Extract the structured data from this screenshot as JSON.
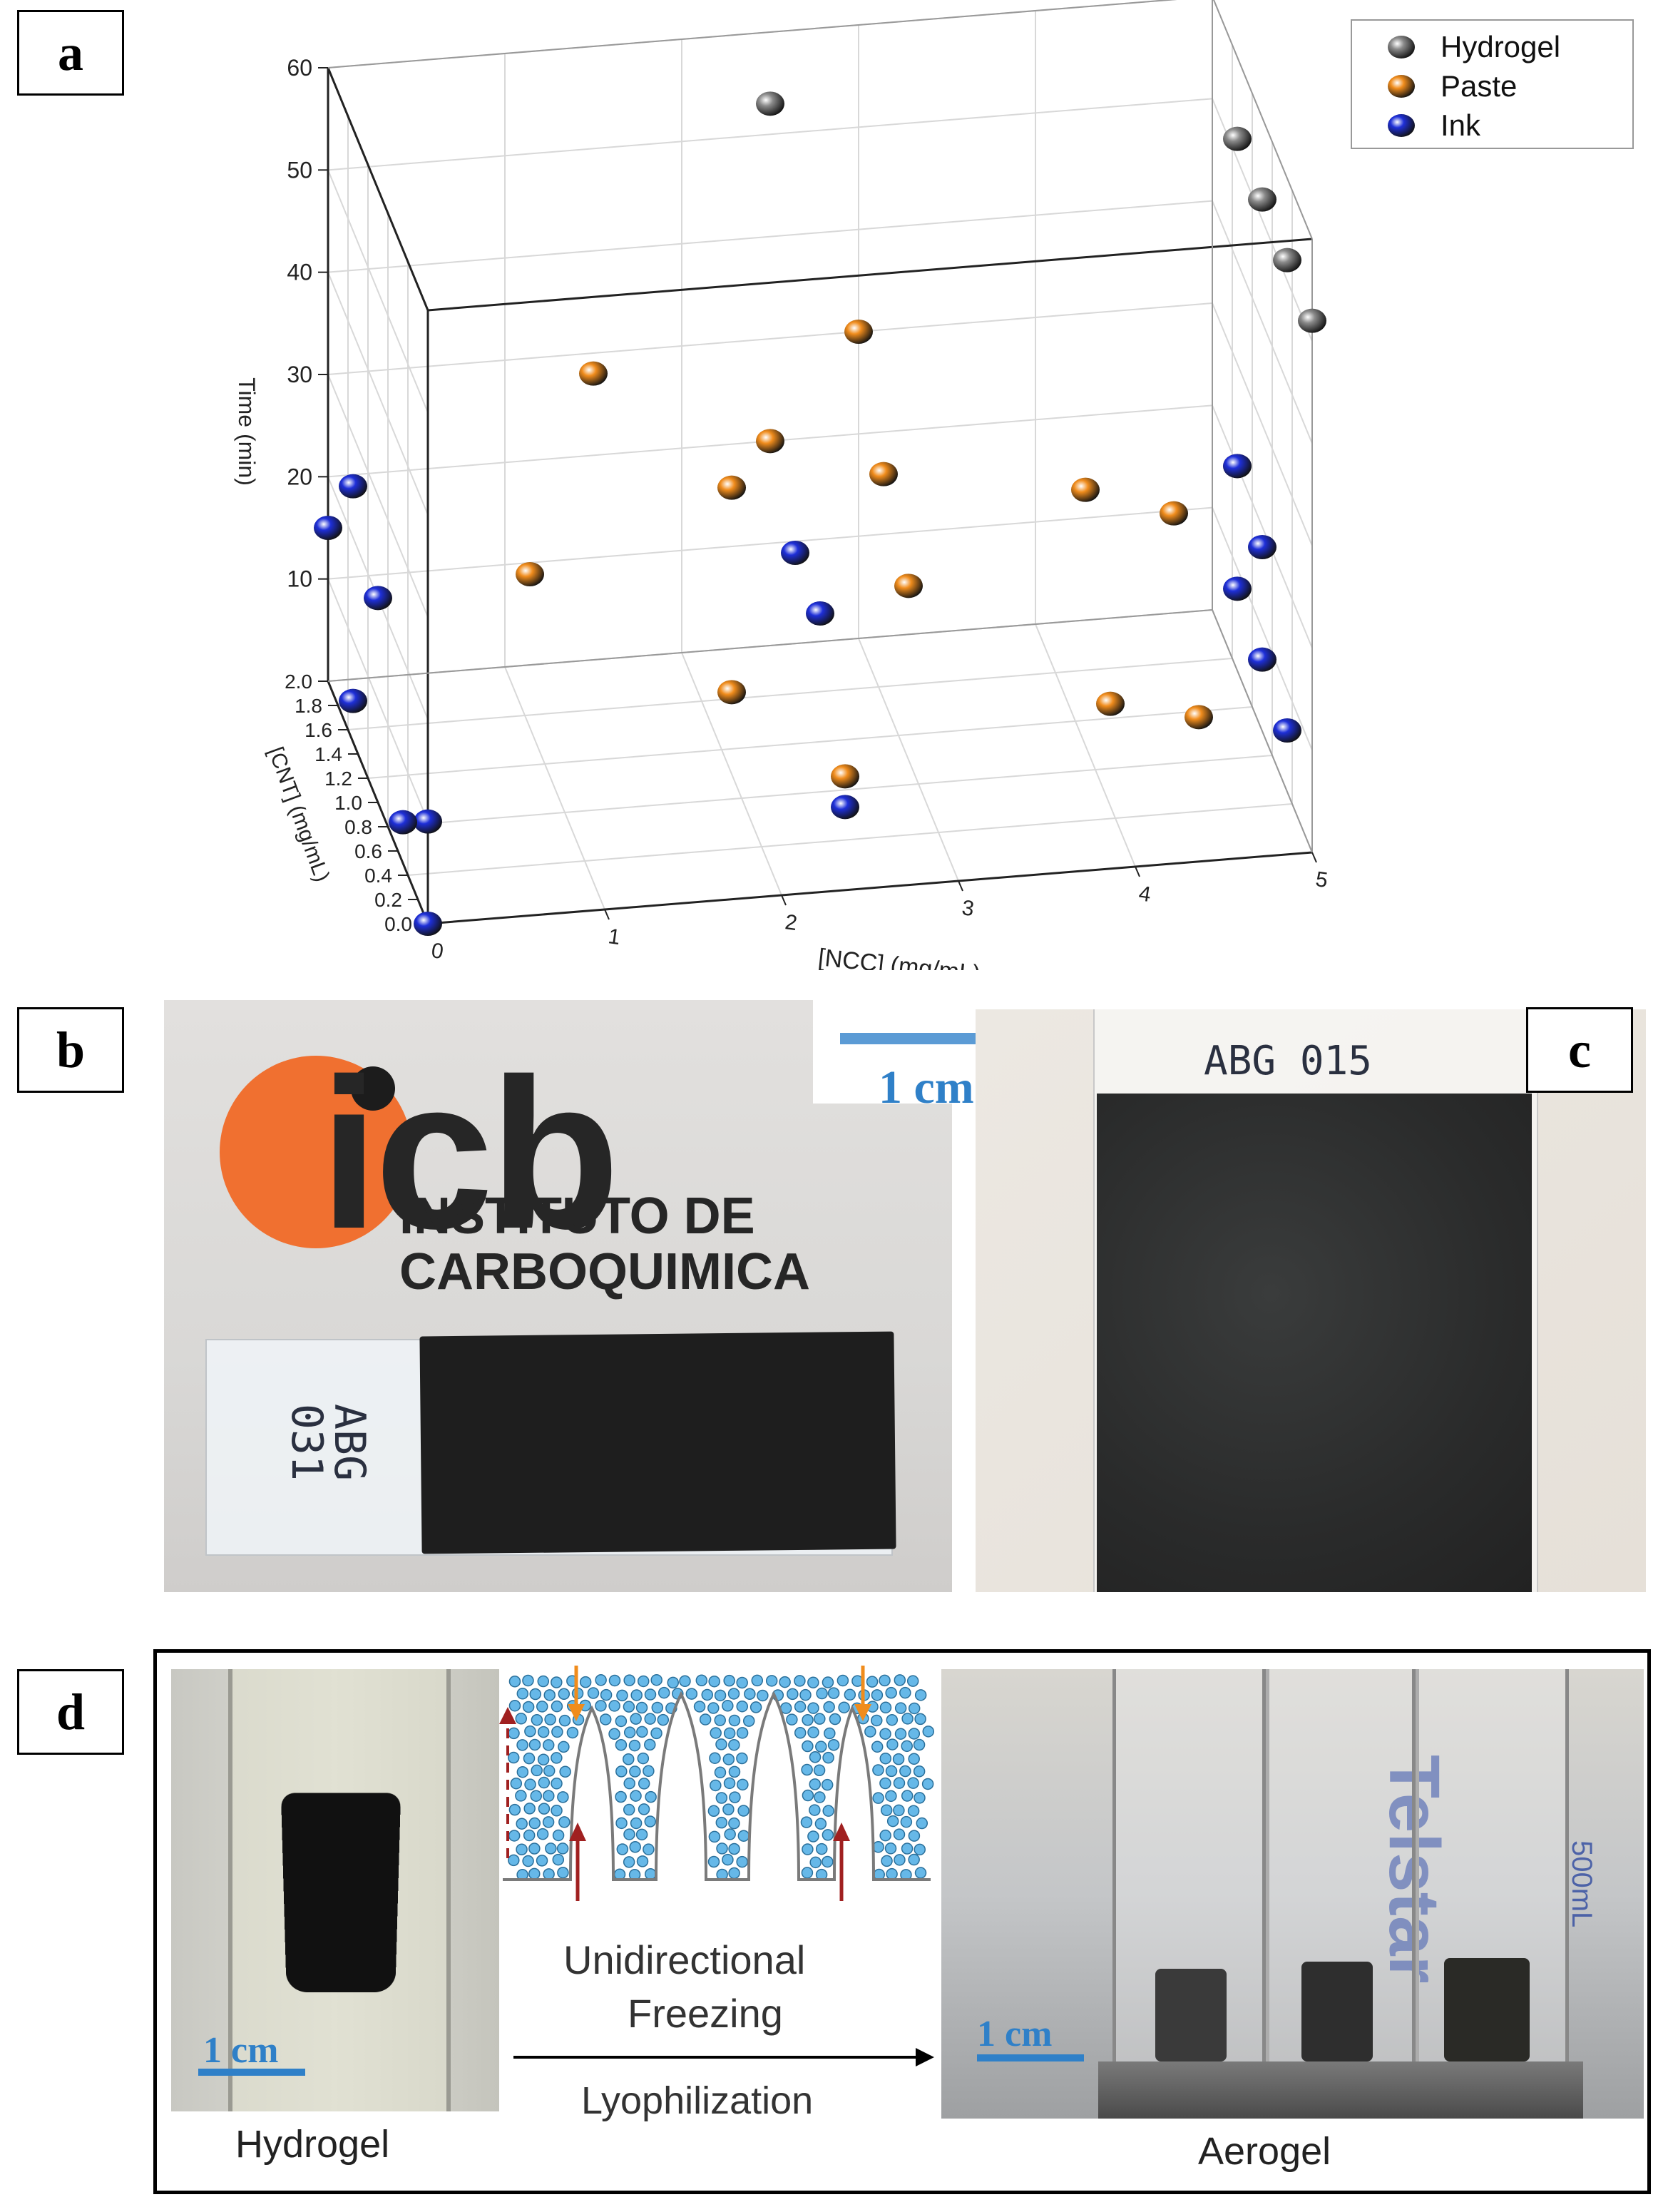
{
  "panels": {
    "a": "a",
    "b": "b",
    "c": "c",
    "d": "d"
  },
  "chart_data": {
    "type": "scatter",
    "dimensions": 3,
    "xlabel": "[NCC] (mg/mL)",
    "ylabel": "[CNT] (mg/mL)",
    "zlabel": "Time (min)",
    "xlim": [
      0,
      5
    ],
    "ylim": [
      0.0,
      2.0
    ],
    "zlim": [
      0,
      60
    ],
    "x_ticks": [
      "0",
      "1",
      "2",
      "3",
      "4",
      "5"
    ],
    "y_ticks": [
      "0.0",
      "0.2",
      "0.4",
      "0.6",
      "0.8",
      "1.0",
      "1.2",
      "1.4",
      "1.6",
      "1.8",
      "2.0"
    ],
    "z_ticks": [
      "10",
      "20",
      "30",
      "40",
      "50",
      "60"
    ],
    "grid": true,
    "legend_position": "top-right",
    "series": [
      {
        "name": "Hydrogel",
        "color": "#8a8a8a",
        "points": [
          [
            2.5,
            2.0,
            53
          ],
          [
            5,
            0.0,
            52
          ],
          [
            5,
            0.5,
            52
          ],
          [
            5,
            1.0,
            52
          ],
          [
            5,
            1.5,
            52
          ]
        ]
      },
      {
        "name": "Paste",
        "color": "#f08c1c",
        "points": [
          [
            1.5,
            2.0,
            28
          ],
          [
            2,
            1.0,
            28
          ],
          [
            2.5,
            2.0,
            20
          ],
          [
            1,
            1.5,
            15
          ],
          [
            2,
            1.0,
            8
          ],
          [
            2.5,
            0.5,
            5
          ],
          [
            3,
            2.0,
            30
          ],
          [
            3,
            1.5,
            22
          ],
          [
            3,
            1.0,
            17
          ],
          [
            4,
            1.0,
            25
          ],
          [
            4,
            0.5,
            10
          ],
          [
            4.5,
            1.0,
            22
          ],
          [
            4.5,
            0.5,
            8
          ],
          [
            5,
            1.5,
            20
          ]
        ]
      },
      {
        "name": "Ink",
        "color": "#1e2fd8",
        "points": [
          [
            0,
            1.5,
            25
          ],
          [
            0,
            1.0,
            20
          ],
          [
            0,
            2.0,
            15
          ],
          [
            0,
            0.0,
            10
          ],
          [
            0,
            1.5,
            4
          ],
          [
            0,
            0.5,
            4
          ],
          [
            0,
            0.0,
            0
          ],
          [
            2.5,
            1.5,
            15
          ],
          [
            2.5,
            1.0,
            15
          ],
          [
            2.5,
            0.5,
            2
          ],
          [
            5,
            1.5,
            20
          ],
          [
            5,
            1.0,
            18
          ],
          [
            5,
            1.5,
            8
          ],
          [
            5,
            1.0,
            7
          ],
          [
            5,
            0.5,
            6
          ]
        ]
      }
    ]
  },
  "panel_b": {
    "logo_text": "icb",
    "logo_line1": "INSTITUTO DE",
    "logo_line2": "CARBOQUIMICA",
    "sample_label": "ABG 031"
  },
  "scale_bar_top": "1 cm",
  "panel_c": {
    "sample_label": "ABG 015"
  },
  "panel_d": {
    "left_caption": "Hydrogel",
    "scale_left": "1 cm",
    "process_line1": "Unidirectional",
    "process_line2": "Freezing",
    "process_line3": "Lyophilization",
    "right_caption": "Aerogel",
    "scale_right": "1 cm",
    "background_text": "Telstar",
    "background_text2": "500mL"
  },
  "colors": {
    "scale_blue": "#2f80c8",
    "logo_orange": "#f07030",
    "bead_blue": "#66b8e8"
  }
}
